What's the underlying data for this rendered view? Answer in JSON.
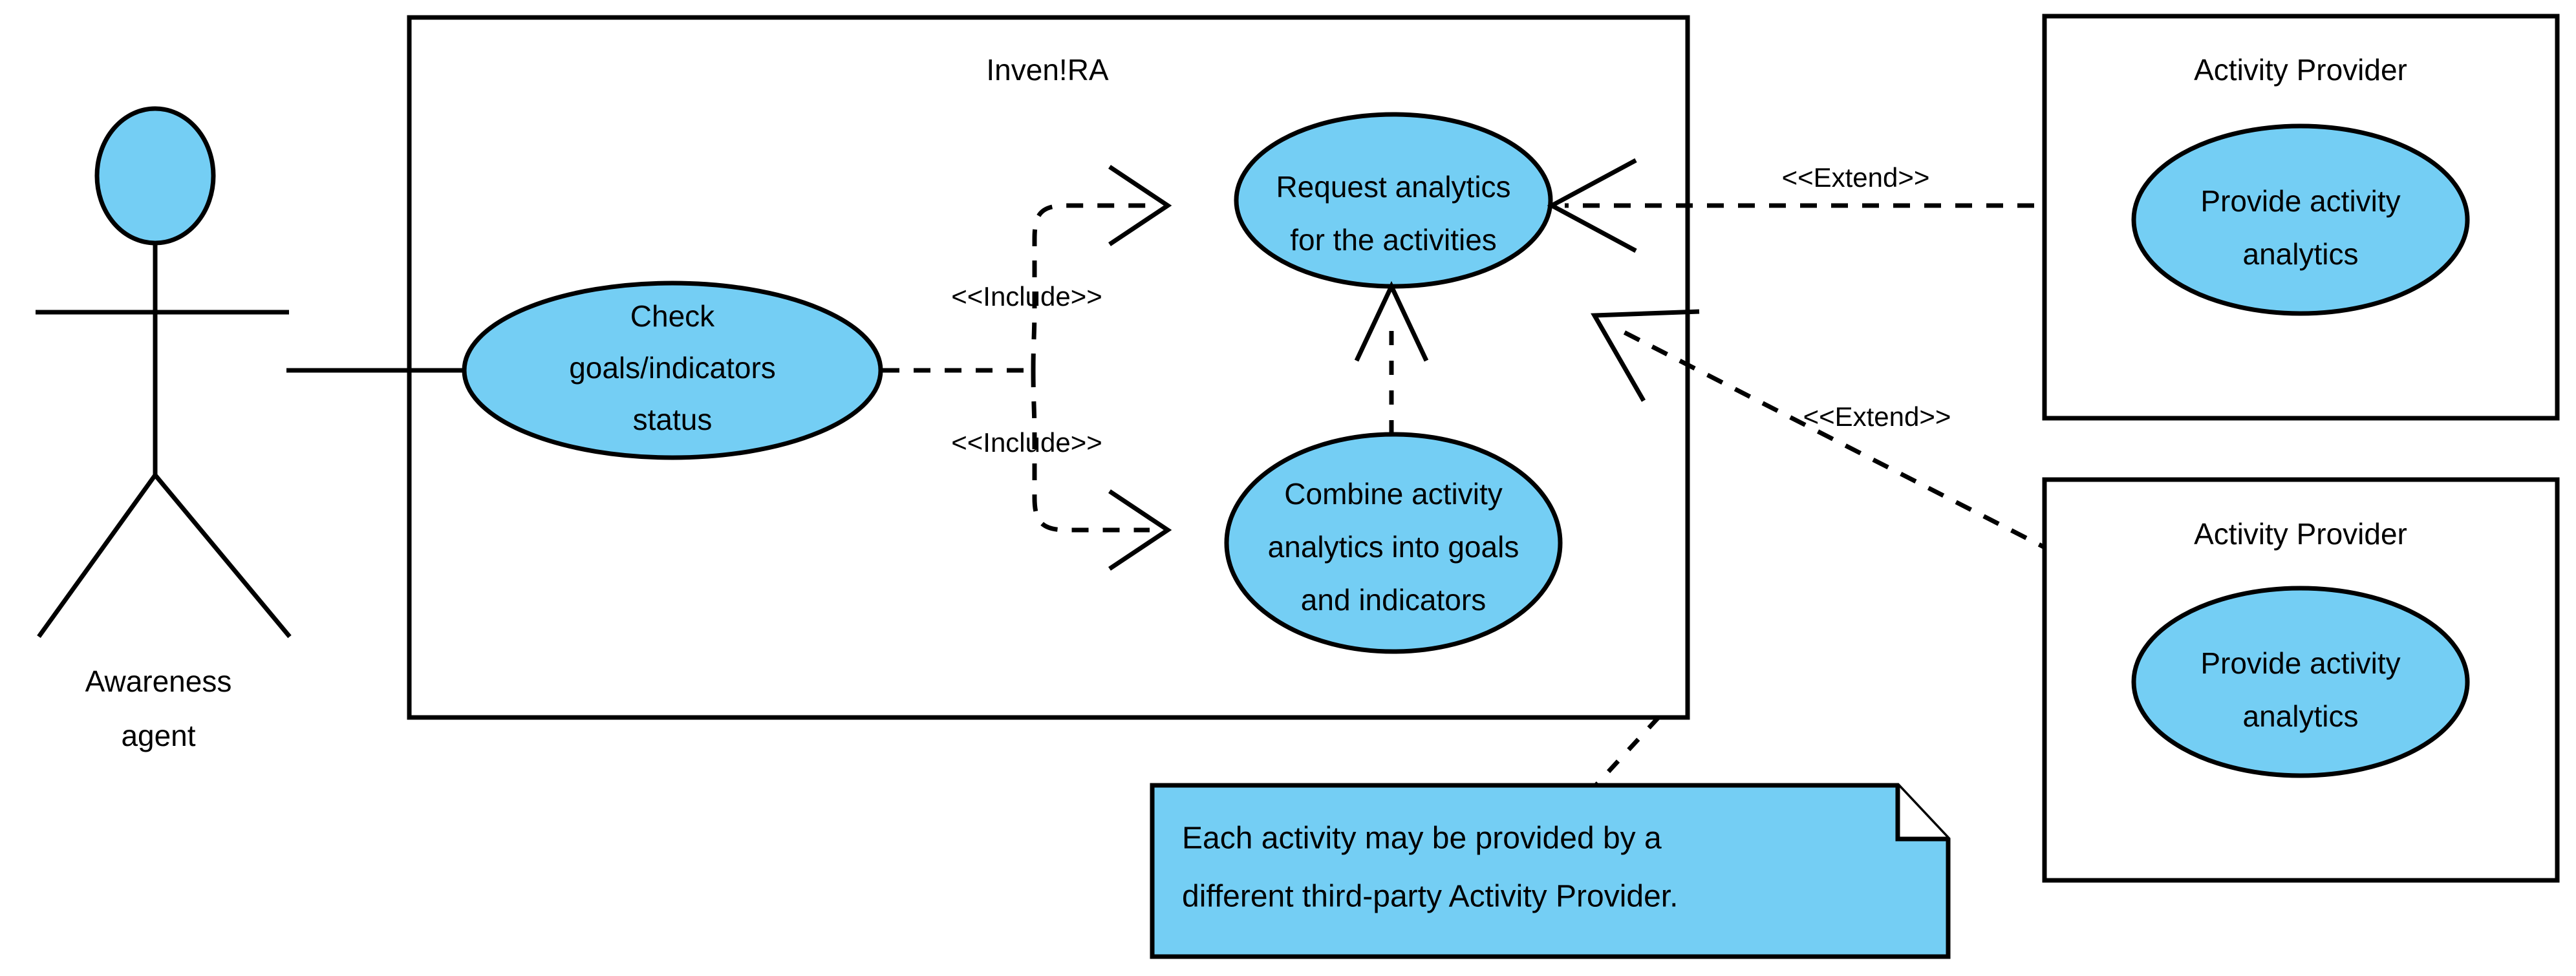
{
  "diagram": {
    "type": "uml-use-case-diagram",
    "colors": {
      "usecase_fill": "#74CEF4",
      "note_fill": "#74CEF4",
      "boundary_fill": "#FFFFFF",
      "stroke": "#000000",
      "text": "#000000"
    }
  },
  "actor": {
    "name_line1": "Awareness",
    "name_line2": "agent"
  },
  "system_boundary": {
    "title": "Inven!RA",
    "usecases": [
      {
        "id": "check-goals",
        "line1": "Check",
        "line2": "goals/indicators",
        "line3": "status"
      },
      {
        "id": "request-analytics",
        "line1": "Request analytics",
        "line2": "for the activities"
      },
      {
        "id": "combine-analytics",
        "line1": "Combine activity",
        "line2": "analytics into goals",
        "line3": "and indicators"
      }
    ]
  },
  "external_systems": [
    {
      "id": "activity-provider-1",
      "title": "Activity Provider",
      "usecase": {
        "line1": "Provide activity",
        "line2": "analytics"
      }
    },
    {
      "id": "activity-provider-2",
      "title": "Activity Provider",
      "usecase": {
        "line1": "Provide activity",
        "line2": "analytics"
      }
    }
  ],
  "relationships": [
    {
      "id": "include-request",
      "stereotype": "<<Include>>",
      "kind": "include"
    },
    {
      "id": "include-combine",
      "stereotype": "<<Include>>",
      "kind": "include"
    },
    {
      "id": "extend-provider-1",
      "stereotype": "<<Extend>>",
      "kind": "extend"
    },
    {
      "id": "extend-provider-2",
      "stereotype": "<<Extend>>",
      "kind": "extend"
    },
    {
      "id": "generalization-combine-to-request",
      "stereotype": "",
      "kind": "dependency"
    },
    {
      "id": "actor-association",
      "stereotype": "",
      "kind": "association"
    }
  ],
  "note": {
    "line1": "Each activity may be provided by a",
    "line2": "different third-party Activity Provider."
  }
}
